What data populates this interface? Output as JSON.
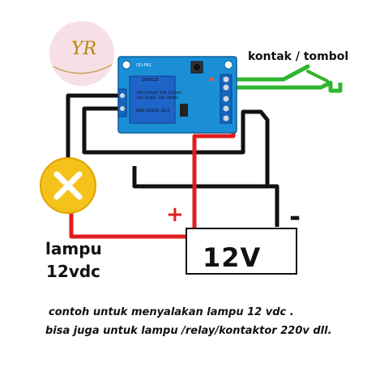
{
  "logo": {
    "text": "YR"
  },
  "switch_label": "kontak / tombol",
  "lamp": {
    "name": "lampu",
    "voltage": "12vdc"
  },
  "battery": {
    "voltage": "12V",
    "plus": "+",
    "minus": "-"
  },
  "module": {
    "board_code": "DD-PB1",
    "relay_brand": "SONGLE",
    "relay_rating": "10A 250VAC 10A 125VAC\n10A 30VDC 10A 28VDC",
    "relay_model": "SRD-12VDC-SL-C"
  },
  "caption": {
    "line1": "contoh untuk menyalakan lampu 12 vdc .",
    "line2": "bisa juga untuk lampu /relay/kontaktor 220v dll."
  },
  "colors": {
    "wire_positive": "#e21d1d",
    "wire_ground": "#111111",
    "wire_switch": "#2fb52f",
    "pcb": "#1a8fd6",
    "relay": "#1f64c8",
    "lamp": "#f4c21a"
  }
}
